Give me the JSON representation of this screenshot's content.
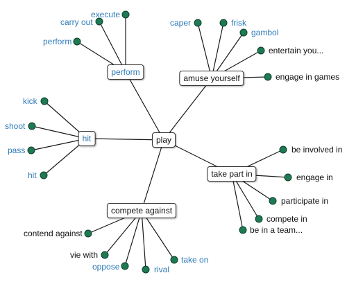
{
  "colors": {
    "link_text": "#2e7bb8",
    "plain_text": "#111111",
    "leaf_dot": "#1e7a52",
    "line": "#1a1a1a"
  },
  "center": {
    "label": "play"
  },
  "hubs": {
    "perform": {
      "label": "perform"
    },
    "amuse": {
      "label": "amuse yourself"
    },
    "hit": {
      "label": "hit"
    },
    "takepart": {
      "label": "take part in"
    },
    "compete": {
      "label": "compete against"
    }
  },
  "leaves": {
    "execute": "execute",
    "carry_out": "carry out",
    "perform": "perform",
    "caper": "caper",
    "frisk": "frisk",
    "gambol": "gambol",
    "entertain": "entertain you...",
    "engage_games": "engage in games",
    "kick": "kick",
    "shoot": "shoot",
    "pass": "pass",
    "hit": "hit",
    "be_involved": "be involved in",
    "engage_in": "engage in",
    "participate": "participate in",
    "compete_in": "compete in",
    "team": "be in a team...",
    "contend": "contend against",
    "vie": "vie with",
    "oppose": "oppose",
    "rival": "rival",
    "take_on": "take on"
  }
}
